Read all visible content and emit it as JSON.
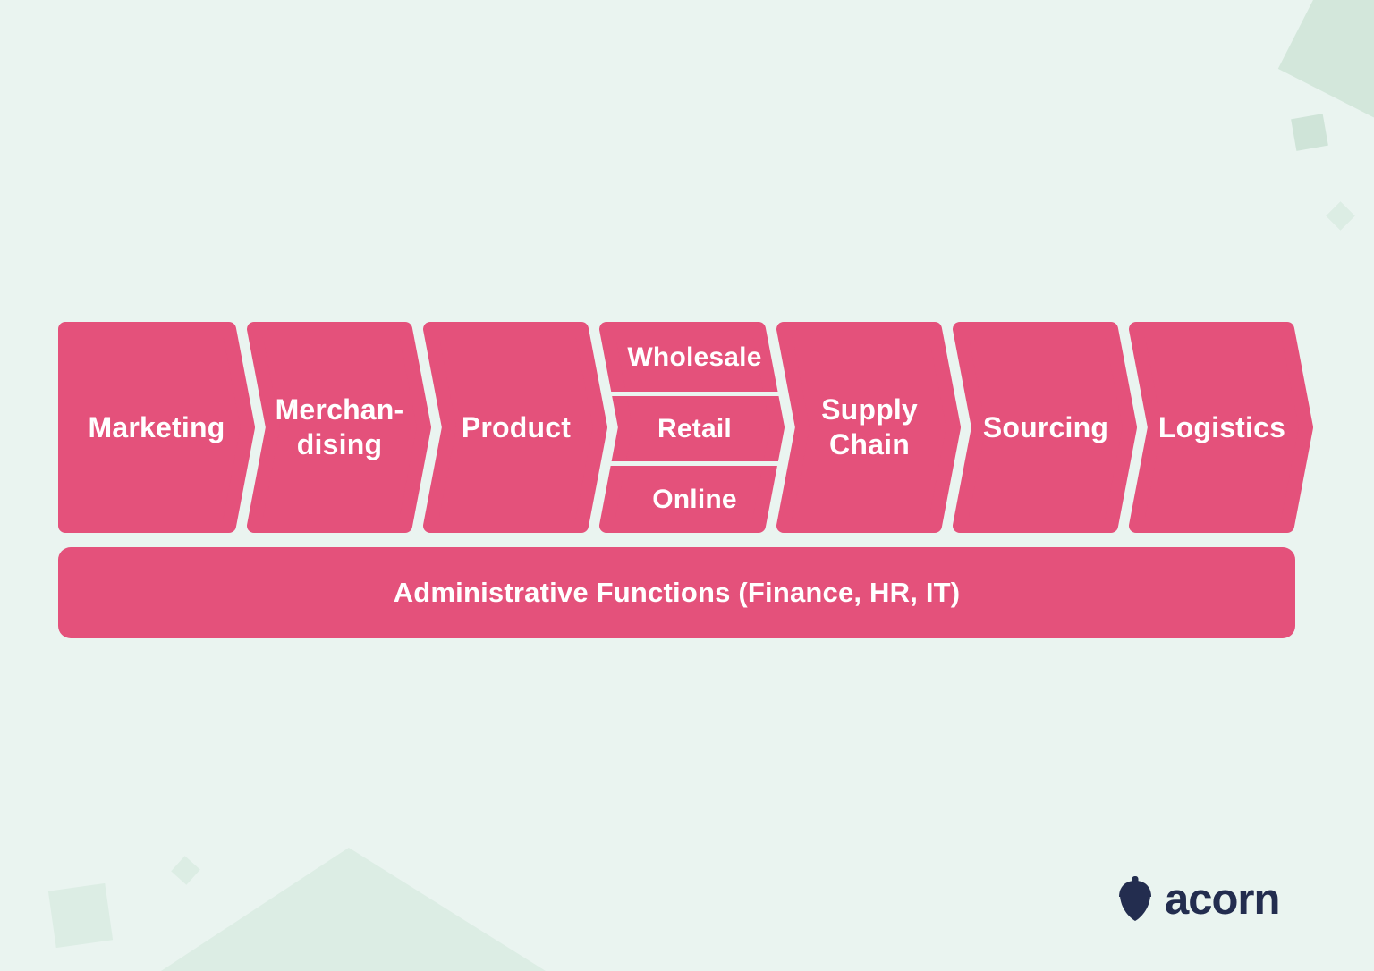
{
  "colors": {
    "accent": "#e4517b",
    "background": "#eaf4f0",
    "deco_shape": "#d3e7db",
    "deco_shape_dark": "#cfe4d8",
    "deco_shape_light": "#dcede4",
    "brand_navy": "#232d4f",
    "label_text": "#ffffff"
  },
  "flow": {
    "segments": [
      {
        "id": "marketing",
        "label_lines": [
          "Marketing"
        ]
      },
      {
        "id": "merchandising",
        "label_lines": [
          "Merchan-",
          "dising"
        ]
      },
      {
        "id": "product",
        "label_lines": [
          "Product"
        ]
      },
      {
        "id": "channels",
        "rows": [
          "Wholesale",
          "Retail",
          "Online"
        ]
      },
      {
        "id": "supply-chain",
        "label_lines": [
          "Supply",
          "Chain"
        ]
      },
      {
        "id": "sourcing",
        "label_lines": [
          "Sourcing"
        ]
      },
      {
        "id": "logistics",
        "label_lines": [
          "Logistics"
        ]
      }
    ],
    "admin_bar_label": "Administrative Functions (Finance, HR, IT)"
  },
  "footer": {
    "brand_name": "acorn",
    "brand_icon": "acorn-icon"
  }
}
